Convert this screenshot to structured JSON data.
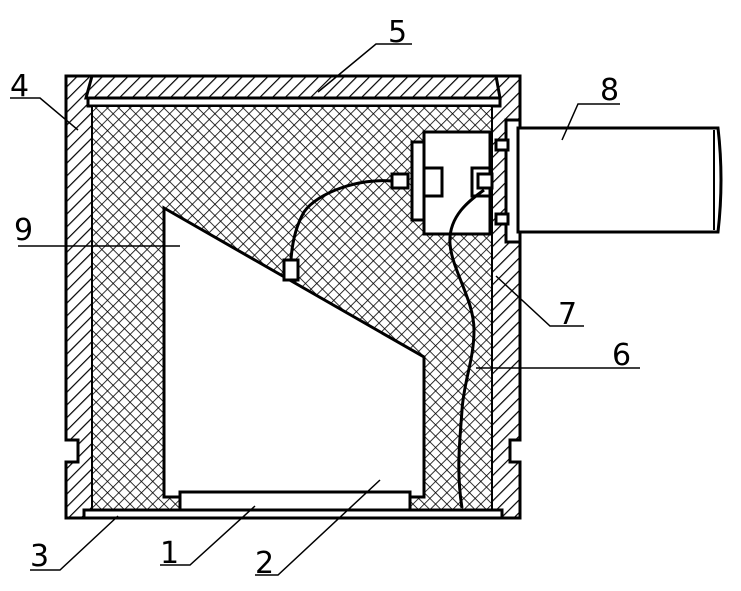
{
  "diagram": {
    "labels": {
      "part_1": "1",
      "part_2": "2",
      "part_3": "3",
      "part_4": "4",
      "part_5": "5",
      "part_6": "6",
      "part_7": "7",
      "part_8": "8",
      "part_9": "9"
    },
    "colors": {
      "line": "#000000",
      "background": "#ffffff"
    }
  }
}
